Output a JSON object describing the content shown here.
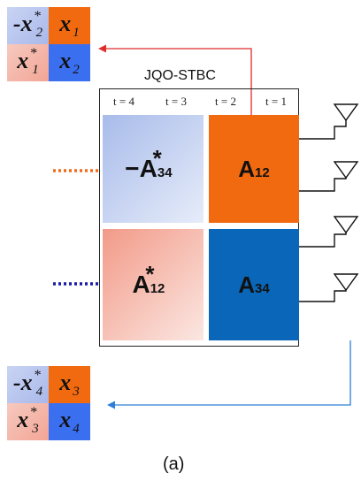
{
  "colors": {
    "orange": "#f26a10",
    "blue_dark": "#0a66b8",
    "blue_bright": "#3a6ff0",
    "red_arrow": "#e02b2b",
    "blue_arrow": "#2c7fd8",
    "orange_dots": "#ef6d1a",
    "navy_dots": "#1a1aa8"
  },
  "label": "JQO-STBC",
  "time_labels": [
    "t = 4",
    "t = 3",
    "t = 2",
    "t = 1"
  ],
  "blocks": {
    "top_left": {
      "sign": "−",
      "name": "A",
      "sub": "34",
      "sup": "*"
    },
    "top_right": {
      "name": "A",
      "sub": "12"
    },
    "bottom_left": {
      "name": "A",
      "sub": "12",
      "sup": "*"
    },
    "bottom_right": {
      "name": "A",
      "sub": "34"
    }
  },
  "top_matrix": {
    "c11": {
      "sign": "-",
      "var": "x",
      "sub": "2",
      "sup": "*"
    },
    "c12": {
      "var": "x",
      "sub": "1"
    },
    "c21": {
      "var": "x",
      "sub": "1",
      "sup": "*"
    },
    "c22": {
      "var": "x",
      "sub": "2"
    }
  },
  "bottom_matrix": {
    "c11": {
      "sign": "-",
      "var": "x",
      "sub": "4",
      "sup": "*"
    },
    "c12": {
      "var": "x",
      "sub": "3"
    },
    "c21": {
      "var": "x",
      "sub": "3",
      "sup": "*"
    },
    "c22": {
      "var": "x",
      "sub": "4"
    }
  },
  "caption": "(a)"
}
